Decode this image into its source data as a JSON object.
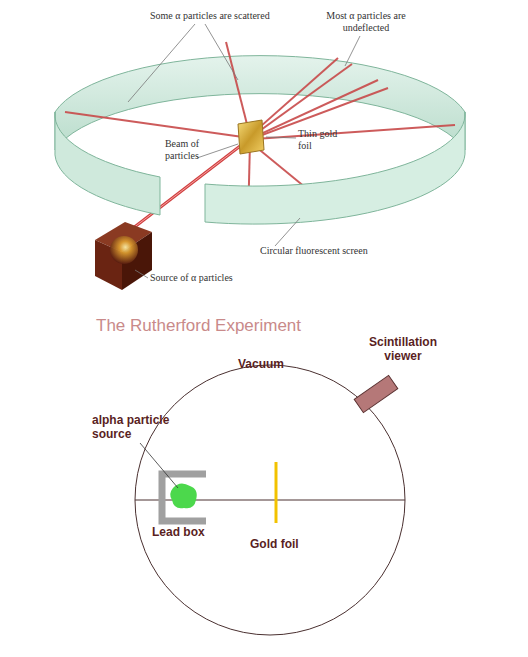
{
  "diagram": {
    "title": "The Rutherford Experiment",
    "labels": [
      "Some α particles are scattered",
      "Most α particles are undeflected",
      "Beam of particles",
      "Thin gold foil",
      "Circular fluorescent screen",
      "Source of α particles",
      "Scintillation viewer",
      "Vacuum",
      "alpha particle source",
      "Lead box",
      "Gold foil"
    ]
  }
}
